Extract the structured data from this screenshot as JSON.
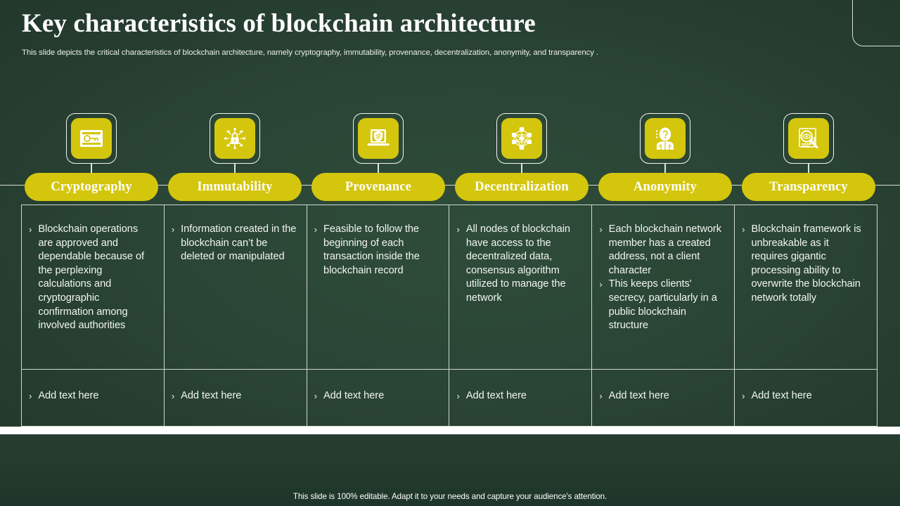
{
  "slide": {
    "title": "Key characteristics of blockchain architecture",
    "subtitle": "This slide depicts the critical characteristics of blockchain architecture, namely cryptography, immutability, provenance, decentralization, anonymity, and transparency .",
    "footer_note": "This slide is 100% editable. Adapt it to your needs and capture your audience's attention.",
    "bullet_marker": "›",
    "colors": {
      "background_dark": "#1d3327",
      "background_mid": "#2a4435",
      "accent_yellow": "#d4c60d",
      "line_white": "#dfe7e0",
      "text_white": "#f2f6f2"
    }
  },
  "categories": [
    {
      "id": "cryptography",
      "label": "Cryptography",
      "icon": "id-card-key-icon",
      "points": [
        "Blockchain operations are approved and dependable because of the perplexing calculations and cryptographic confirmation among involved authorities"
      ],
      "extra": [
        "Add text here"
      ]
    },
    {
      "id": "immutability",
      "label": "Immutability",
      "icon": "network-padlock-icon",
      "points": [
        "Information created in the blockchain can’t be deleted or manipulated"
      ],
      "extra": [
        "Add text here"
      ]
    },
    {
      "id": "provenance",
      "label": "Provenance",
      "icon": "laptop-shield-icon",
      "points": [
        "Feasible to follow the beginning of each transaction inside the blockchain record"
      ],
      "extra": [
        "Add text here"
      ]
    },
    {
      "id": "decentralization",
      "label": "Decentralization",
      "icon": "node-network-icon",
      "points": [
        "All nodes of blockchain have access to the decentralized data, consensus algorithm utilized to manage the network"
      ],
      "extra": [
        "Add text here"
      ]
    },
    {
      "id": "anonymity",
      "label": "Anonymity",
      "icon": "anonymous-person-question-icon",
      "points": [
        "Each blockchain network member has a created address, not a client character",
        "This keeps clients' secrecy, particularly in a public blockchain structure"
      ],
      "extra": [
        "Add text here"
      ]
    },
    {
      "id": "transparency",
      "label": "Transparency",
      "icon": "magnifier-document-icon",
      "points": [
        "Blockchain framework is unbreakable as it requires gigantic processing ability to overwrite the blockchain network totally"
      ],
      "extra": [
        "Add text here"
      ]
    }
  ]
}
